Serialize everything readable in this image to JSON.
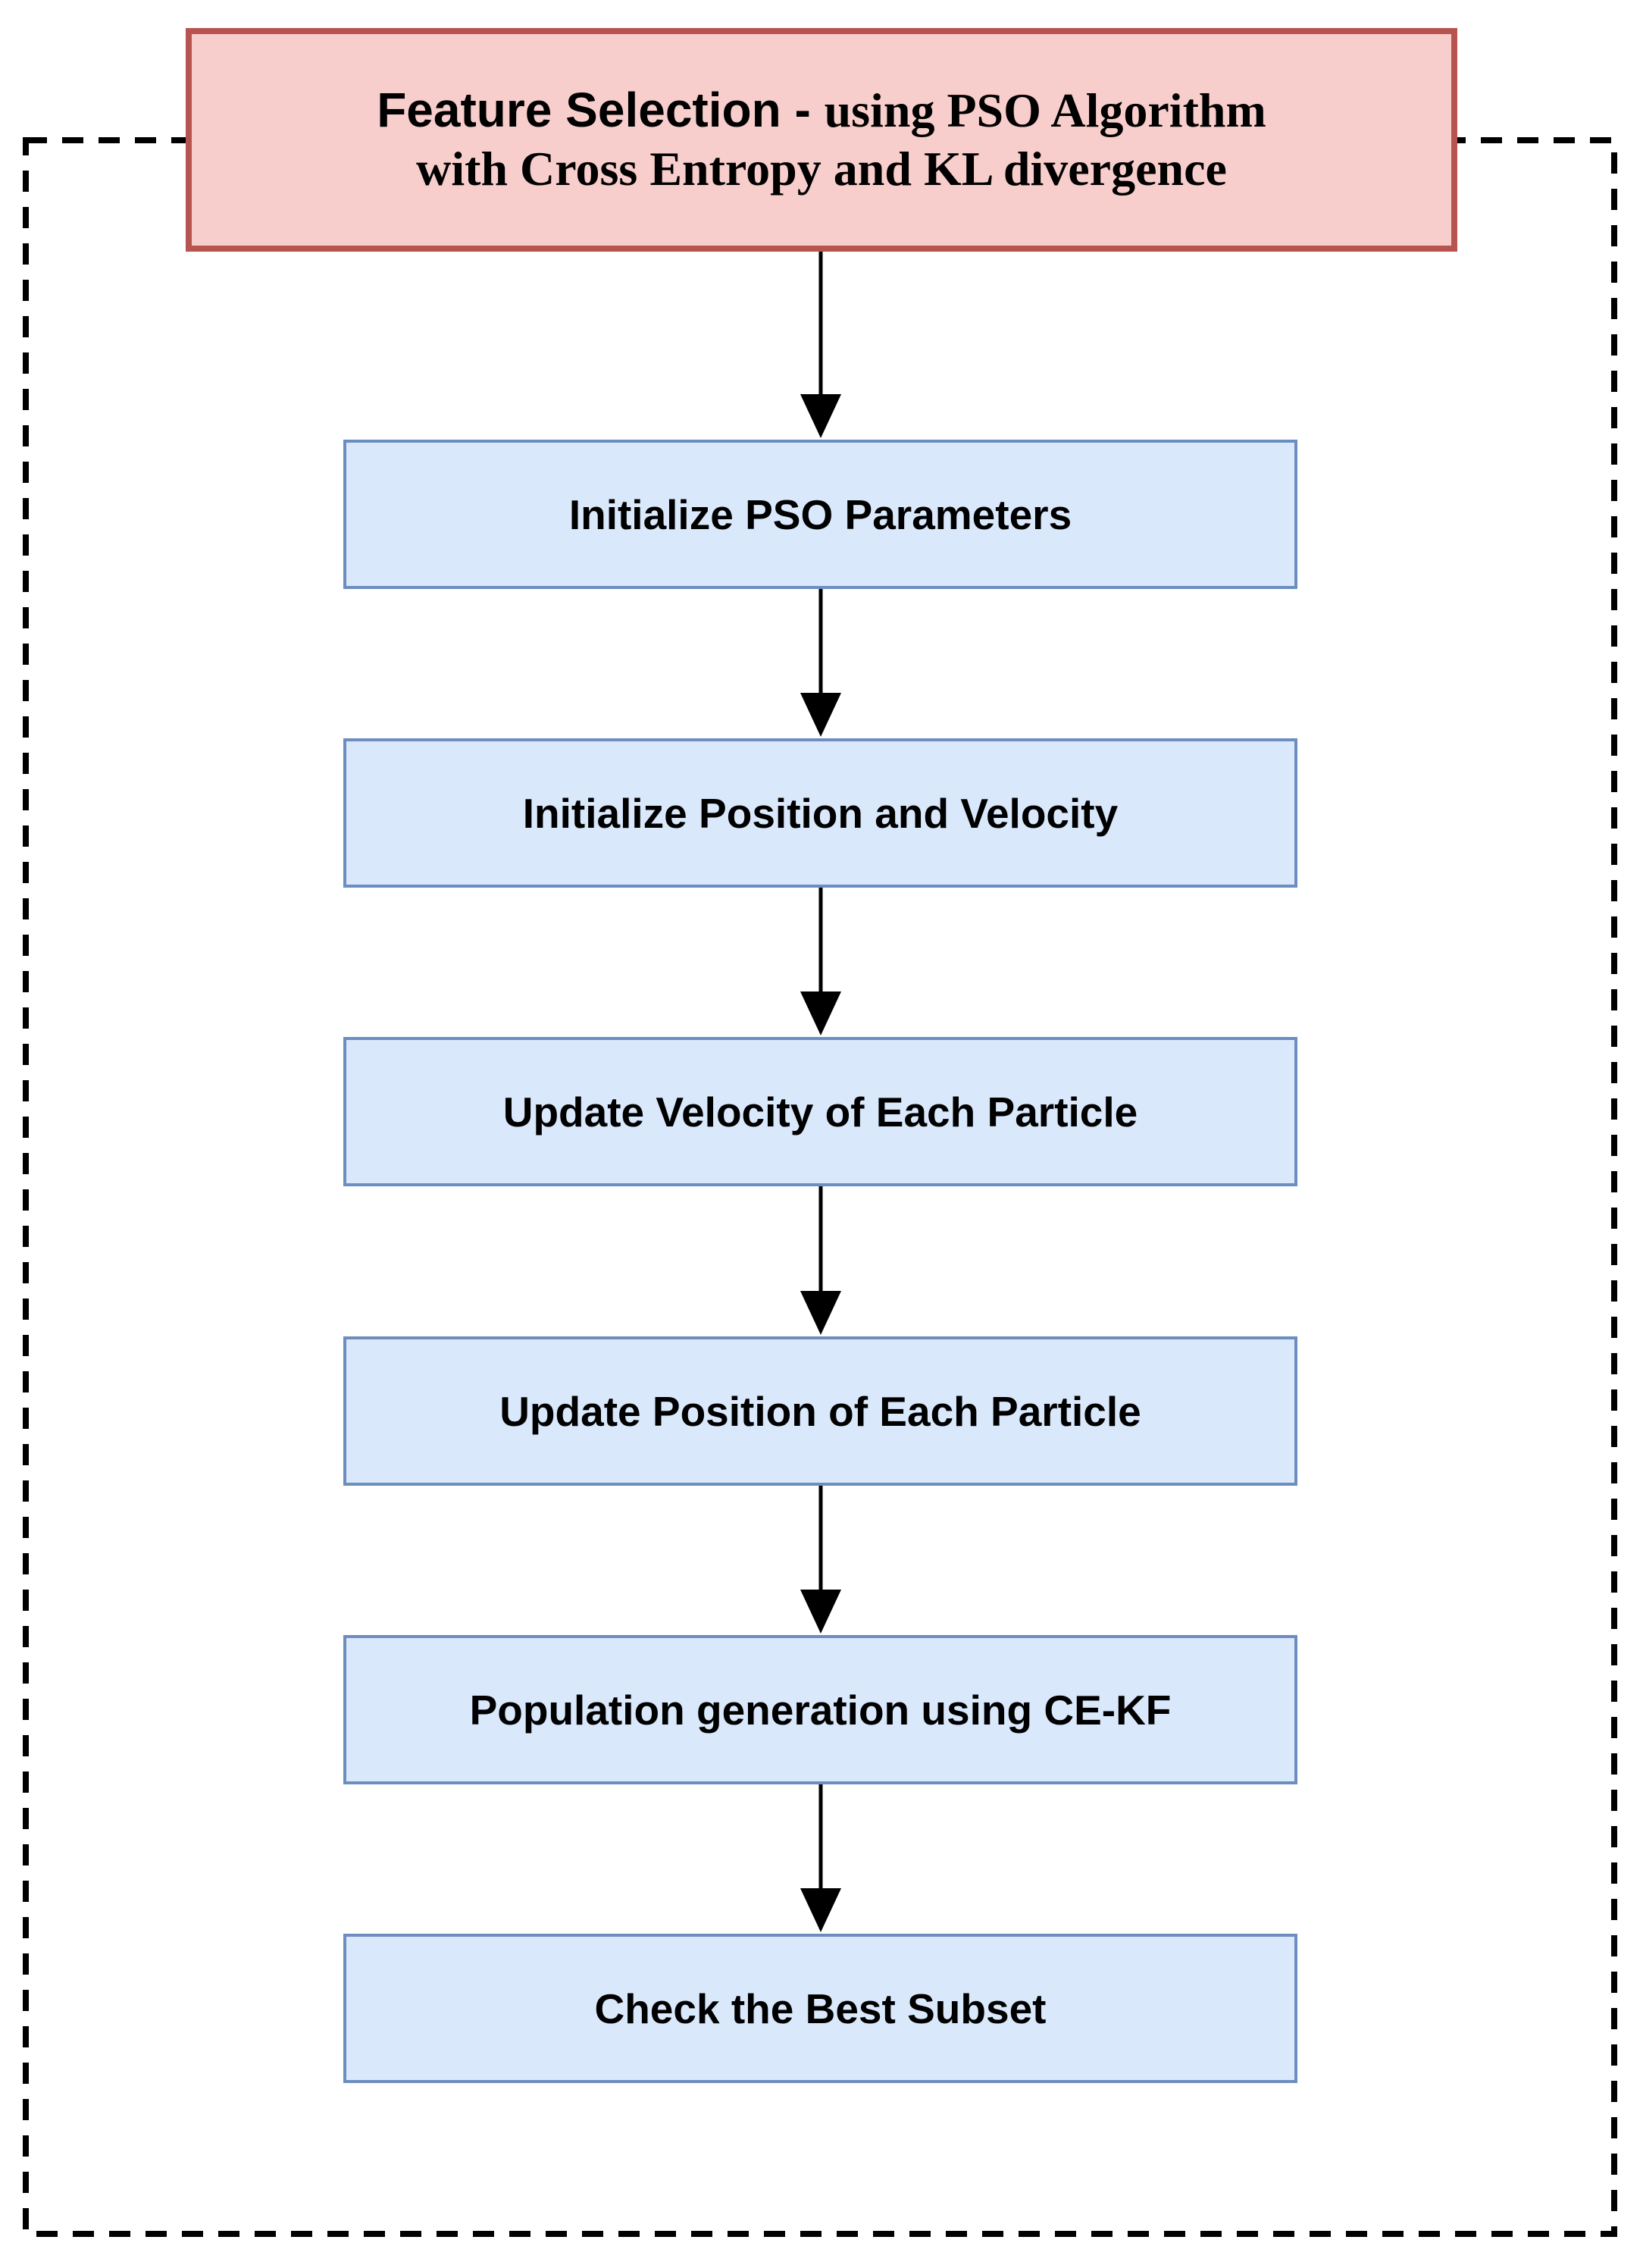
{
  "diagram": {
    "type": "flowchart",
    "title": {
      "line1_sans": "Feature Selection -",
      "line1_serif": "using PSO Algorithm",
      "line2_serif": "with Cross Entropy and KL divergence",
      "full_text": "Feature Selection - using PSO Algorithm with Cross Entropy and KL divergence"
    },
    "steps": [
      {
        "label": "Initialize PSO Parameters"
      },
      {
        "label": "Initialize Position and Velocity"
      },
      {
        "label": "Update Velocity of Each Particle"
      },
      {
        "label": "Update Position of Each Particle"
      },
      {
        "label": "Population generation using CE-KF"
      },
      {
        "label": "Check the Best Subset"
      }
    ],
    "flow_order": [
      "Feature Selection - using PSO Algorithm with Cross Entropy and KL divergence",
      "Initialize PSO Parameters",
      "Initialize Position and Velocity",
      "Update Velocity of Each Particle",
      "Update Position of Each Particle",
      "Population generation using CE-KF",
      "Check the Best Subset"
    ],
    "colors": {
      "title_fill": "#f8cecc",
      "title_border": "#b85450",
      "step_fill": "#dae8fc",
      "step_border": "#6c8ebf",
      "arrow": "#000000",
      "frame_dashed": "#000000",
      "text": "#000000",
      "background": "#ffffff"
    }
  }
}
